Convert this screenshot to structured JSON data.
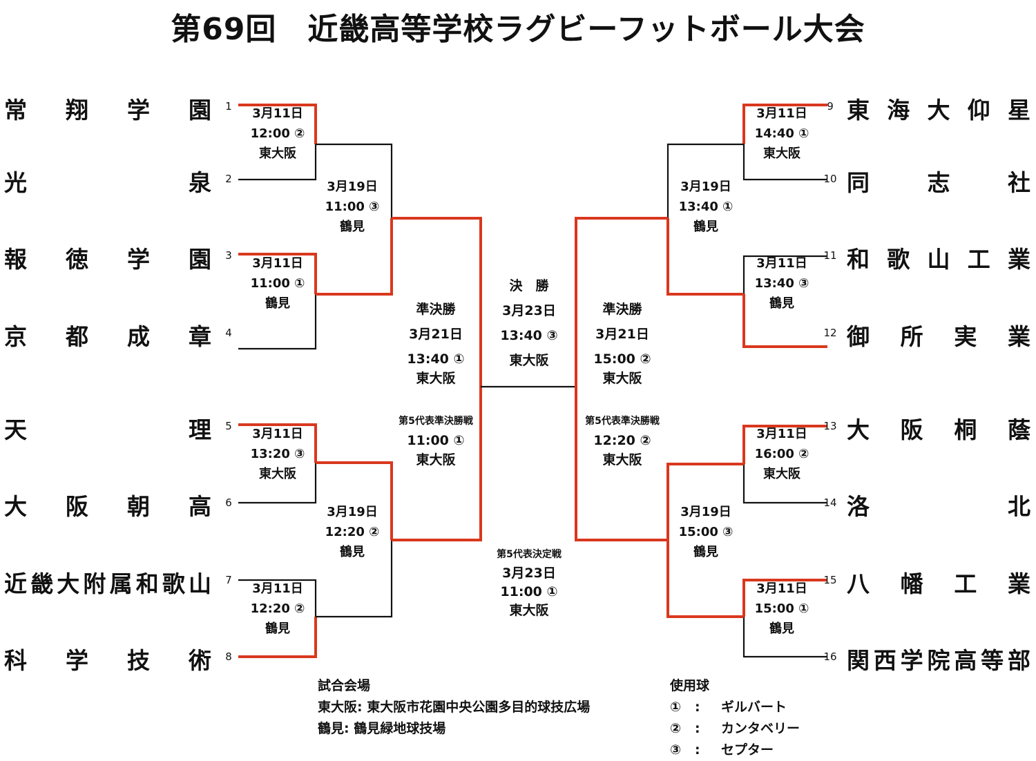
{
  "title": "第69回　近畿高等学校ラグビーフットボール大会",
  "colors": {
    "winner_line": "#d9381e",
    "line": "#111111"
  },
  "teams_left": [
    {
      "seed": "1",
      "name": "常翔学園"
    },
    {
      "seed": "2",
      "name": "光泉"
    },
    {
      "seed": "3",
      "name": "報徳学園"
    },
    {
      "seed": "4",
      "name": "京都成章"
    },
    {
      "seed": "5",
      "name": "天理"
    },
    {
      "seed": "6",
      "name": "大阪朝高"
    },
    {
      "seed": "7",
      "name": "近畿大附属和歌山"
    },
    {
      "seed": "8",
      "name": "科学技術"
    }
  ],
  "teams_right": [
    {
      "seed": "9",
      "name": "東海大仰星"
    },
    {
      "seed": "10",
      "name": "同志社"
    },
    {
      "seed": "11",
      "name": "和歌山工業"
    },
    {
      "seed": "12",
      "name": "御所実業"
    },
    {
      "seed": "13",
      "name": "大阪桐蔭"
    },
    {
      "seed": "14",
      "name": "洛北"
    },
    {
      "seed": "15",
      "name": "八幡工業"
    },
    {
      "seed": "16",
      "name": "関西学院高等部"
    }
  ],
  "first_round_left": [
    {
      "date": "3月11日",
      "time": "12:00 ②",
      "venue": "東大阪"
    },
    {
      "date": "3月11日",
      "time": "11:00 ①",
      "venue": "鶴見"
    },
    {
      "date": "3月11日",
      "time": "13:20 ③",
      "venue": "東大阪"
    },
    {
      "date": "3月11日",
      "time": "12:20 ②",
      "venue": "鶴見"
    }
  ],
  "first_round_right": [
    {
      "date": "3月11日",
      "time": "14:40 ①",
      "venue": "東大阪"
    },
    {
      "date": "3月11日",
      "time": "13:40 ③",
      "venue": "鶴見"
    },
    {
      "date": "3月11日",
      "time": "16:00 ②",
      "venue": "東大阪"
    },
    {
      "date": "3月11日",
      "time": "15:00 ①",
      "venue": "鶴見"
    }
  ],
  "quarter_left": [
    {
      "date": "3月19日",
      "time": "11:00 ③",
      "venue": "鶴見"
    },
    {
      "date": "3月19日",
      "time": "12:20 ②",
      "venue": "鶴見"
    }
  ],
  "quarter_right": [
    {
      "date": "3月19日",
      "time": "13:40 ①",
      "venue": "鶴見"
    },
    {
      "date": "3月19日",
      "time": "15:00 ③",
      "venue": "鶴見"
    }
  ],
  "semi_left": {
    "label": "準決勝",
    "date": "3月21日",
    "time": "13:40 ①",
    "venue": "東大阪"
  },
  "semi_right": {
    "label": "準決勝",
    "date": "3月21日",
    "time": "15:00 ②",
    "venue": "東大阪"
  },
  "final": {
    "label": "決　勝",
    "date": "3月23日",
    "time": "13:40 ③",
    "venue": "東大阪"
  },
  "fifth_semi_left": {
    "label": "第5代表準決勝戦",
    "time": "11:00 ①",
    "venue": "東大阪"
  },
  "fifth_semi_right": {
    "label": "第5代表準決勝戦",
    "time": "12:20 ②",
    "venue": "東大阪"
  },
  "fifth_decider": {
    "label": "第5代表決定戦",
    "date": "3月23日",
    "time": "11:00 ①",
    "venue": "東大阪"
  },
  "venues": {
    "heading": "試合会場",
    "lines": [
      "東大阪: 東大阪市花園中央公園多目的球技広場",
      "鶴見: 鶴見緑地球技場"
    ]
  },
  "balls": {
    "heading": "使用球",
    "items": [
      {
        "num": "①",
        "sep": ":",
        "name": "ギルバート"
      },
      {
        "num": "②",
        "sep": ":",
        "name": "カンタベリー"
      },
      {
        "num": "③",
        "sep": ":",
        "name": "セプター"
      }
    ]
  }
}
